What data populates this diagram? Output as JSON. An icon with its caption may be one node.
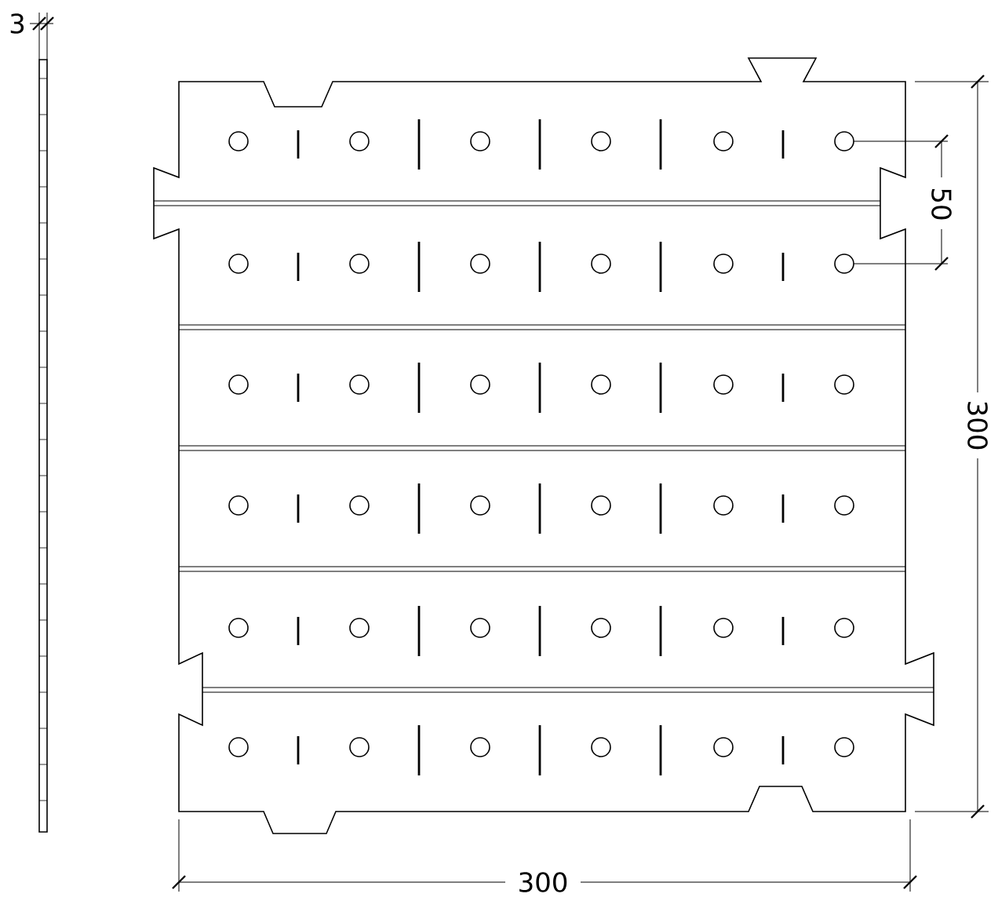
{
  "diagram": {
    "labels": [
      "3",
      "50",
      "300",
      "300"
    ]
  }
}
